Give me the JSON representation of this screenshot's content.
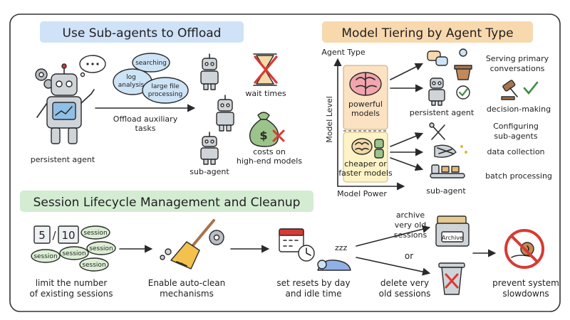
{
  "panels": {
    "offload": {
      "title": "Use Sub-agents to Offload",
      "bubbles": [
        "searching",
        "log",
        "analysis",
        "large file",
        "processing"
      ],
      "arrow_label_1": "Offload auxiliary",
      "arrow_label_2": "tasks",
      "persistent_label": "persistent agent",
      "subagent_label": "sub-agent",
      "wait_label": "wait times",
      "costs_label_1": "costs on",
      "costs_label_2": "high-end models"
    },
    "tiering": {
      "title": "Model Tiering by Agent Type",
      "y_axis_top": "Agent Type",
      "y_axis_side": "Model Level",
      "x_axis": "Model Power",
      "tier_high": [
        "powerful",
        "models"
      ],
      "tier_low": [
        "cheaper or",
        "faster models"
      ],
      "persistent_label": "persistent agent",
      "subagent_label": "sub-agent",
      "tasks_high": [
        [
          "Serving primary",
          "conversations"
        ],
        [
          "decision-making"
        ]
      ],
      "tasks_low": [
        [
          "Configuring",
          "sub-agents"
        ],
        [
          "data collection"
        ],
        [
          "batch processing"
        ]
      ]
    },
    "lifecycle": {
      "title": "Session Lifecycle Management and Cleanup",
      "counter_current": "5",
      "counter_max": "10",
      "session_chip": "session",
      "step1": [
        "limit the number",
        "of existing sessions"
      ],
      "step2": [
        "Enable auto-clean",
        "mechanisms"
      ],
      "step3": [
        "set resets by day",
        "and idle time"
      ],
      "zzz": "zzz",
      "archive_box": "Archive",
      "archive_text": [
        "archive",
        "very old",
        "sessions"
      ],
      "or_text": "or",
      "delete_text": [
        "delete very",
        "old sessions"
      ],
      "result": [
        "prevent system",
        "slowdowns"
      ]
    }
  },
  "colors": {
    "blue_header": "#cfe2f7",
    "orange_header": "#f8d8ad",
    "green_header": "#d3ecd2",
    "powerful_tier": "#fbe2c2",
    "cheap_tier": "#fdf3c6",
    "brain_pink": "#f2a5ad",
    "bubble_blue": "#cde3f6",
    "chip_green": "#dcefd5",
    "robot_gray": "#cfd4d9",
    "robot_screen": "#8fbfe6",
    "warn_red": "#d83a33",
    "money_green": "#9bc48a"
  }
}
